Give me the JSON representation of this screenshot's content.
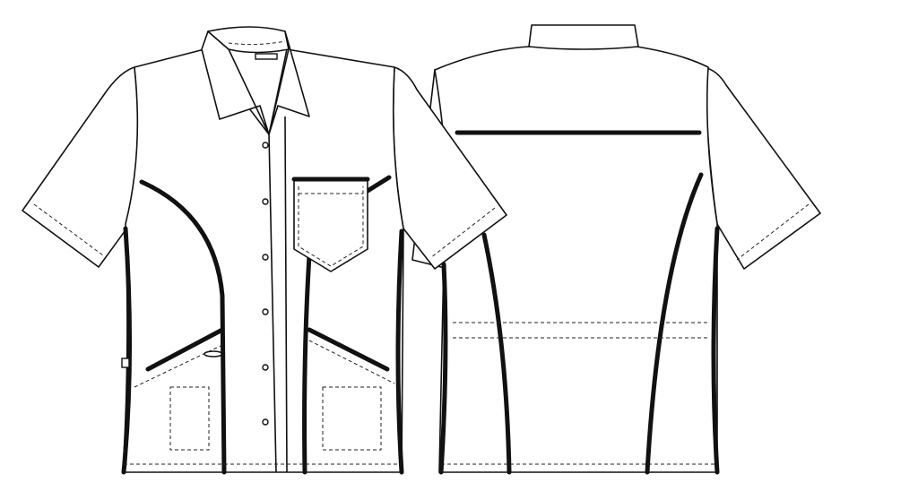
{
  "views": [
    {
      "label": "",
      "side": "front"
    },
    {
      "label": "",
      "side": "back"
    }
  ],
  "colors": {
    "outline": "#111111",
    "fabric": "#ffffff",
    "contrast_piping": "#111111"
  },
  "front": {
    "button_count": 6
  }
}
